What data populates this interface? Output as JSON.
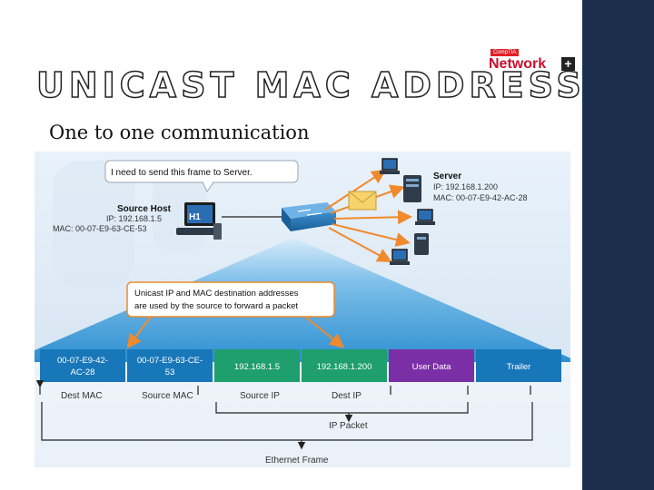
{
  "slide": {
    "title": "UNICAST MAC ADDRESS",
    "bullet_symbol": "",
    "bullet_text": "One to one communication",
    "logo": {
      "tagline": "CompTIA",
      "word": "Network",
      "plus": "+"
    }
  },
  "diagram": {
    "speech_bubble": "I need to send this frame to Server.",
    "source_host": {
      "title": "Source Host",
      "ip": "IP: 192.168.1.5",
      "mac": "MAC: 00-07-E9-63-CE-53",
      "label": "H1"
    },
    "server": {
      "title": "Server",
      "ip": "IP: 192.168.1.200",
      "mac": "MAC: 00-07-E9-42-AC-28"
    },
    "callout": {
      "line1": "Unicast IP and MAC destination addresses",
      "line2": "are used by the source to forward a packet"
    },
    "frame_fields": [
      {
        "line1": "00-07-E9-42-",
        "line2": "AC-28",
        "color": "#1877b9"
      },
      {
        "line1": "00-07-E9-63-CE-",
        "line2": "53",
        "color": "#1877b9"
      },
      {
        "line1": "192.168.1.5",
        "line2": "",
        "color": "#1f9e6e"
      },
      {
        "line1": "192.168.1.200",
        "line2": "",
        "color": "#1f9e6e"
      },
      {
        "line1": "User Data",
        "line2": "",
        "color": "#7b2fa6"
      },
      {
        "line1": "Trailer",
        "line2": "",
        "color": "#1877b9"
      }
    ],
    "field_labels": [
      "Dest MAC",
      "Source MAC",
      "Source IP",
      "Dest IP"
    ],
    "packet_label": "IP Packet",
    "frame_label": "Ethernet Frame"
  },
  "colors": {
    "accent_blue": "#1877b9",
    "accent_green": "#1f9e6e",
    "accent_purple": "#7b2fa6",
    "arrow_orange": "#f08a2c",
    "sidebar_navy": "#1b2f4d"
  }
}
